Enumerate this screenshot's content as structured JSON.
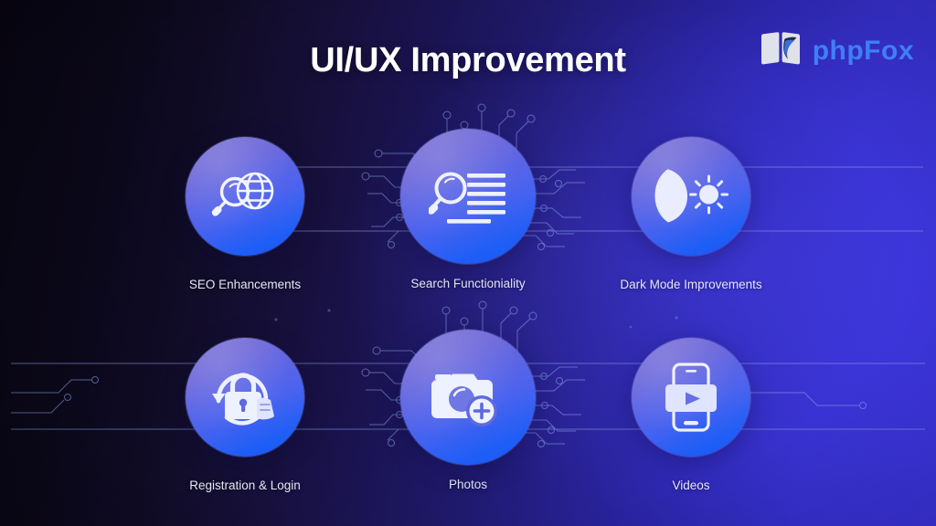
{
  "slide": {
    "title": "UI/UX Improvement",
    "background_left_color": "#080512",
    "background_right_color": "#3b33dc",
    "accent_color": "#3f7ff5"
  },
  "logo": {
    "name": "phpFox",
    "text": "phpFox",
    "mark_icon": "phpfox-book-fox-icon",
    "text_color": "#3f7ff5",
    "mark_color": "#dfe2ea"
  },
  "features": {
    "rows": [
      {
        "items": [
          {
            "label": "SEO Enhancements",
            "icon": "globe-magnifier-icon",
            "size": "small"
          },
          {
            "label": "Search Functioniality",
            "icon": "search-document-icon",
            "size": "large"
          },
          {
            "label": "Dark Mode Improvements",
            "icon": "moon-sun-icon",
            "size": "small"
          }
        ]
      },
      {
        "items": [
          {
            "label": "Registration & Login",
            "icon": "padlock-refresh-icon",
            "size": "small"
          },
          {
            "label": "Photos",
            "icon": "camera-plus-icon",
            "size": "large"
          },
          {
            "label": "Videos",
            "icon": "phone-play-icon",
            "size": "small"
          }
        ]
      }
    ]
  },
  "decor": {
    "circuit_line_color": "#8fa6f0",
    "circuit_node_color": "#8fa6f0"
  }
}
